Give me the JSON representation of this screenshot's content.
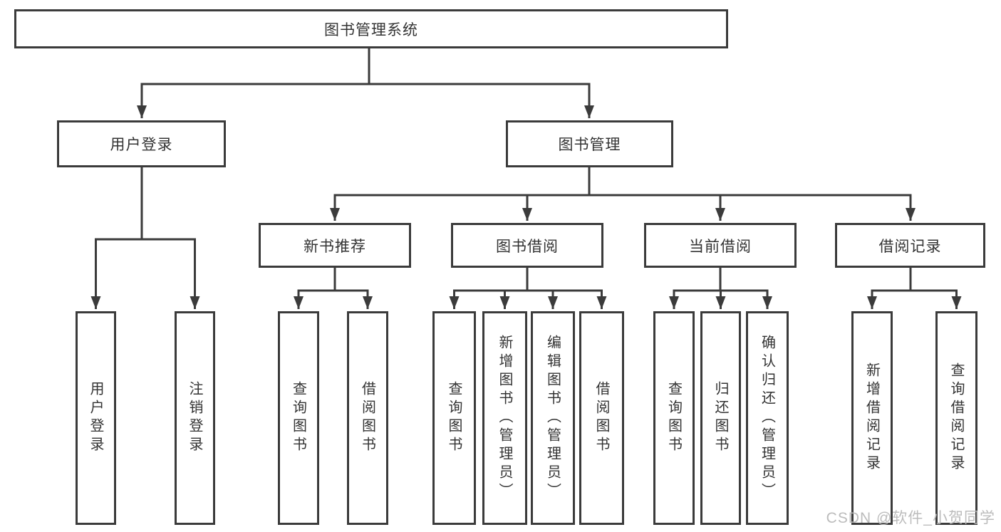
{
  "tree": {
    "root": {
      "label": "图书管理系统"
    },
    "branches": [
      {
        "label": "用户登录",
        "children": [
          {
            "label": "用户登录"
          },
          {
            "label": "注销登录"
          }
        ]
      },
      {
        "label": "图书管理",
        "children": [
          {
            "label": "新书推荐",
            "children": [
              {
                "label": "查询图书"
              },
              {
                "label": "借阅图书"
              }
            ]
          },
          {
            "label": "图书借阅",
            "children": [
              {
                "label": "查询图书"
              },
              {
                "label": "新增图书（管理员）"
              },
              {
                "label": "编辑图书（管理员）"
              },
              {
                "label": "借阅图书"
              }
            ]
          },
          {
            "label": "当前借阅",
            "children": [
              {
                "label": "查询图书"
              },
              {
                "label": "归还图书"
              },
              {
                "label": "确认归还（管理员）"
              }
            ]
          },
          {
            "label": "借阅记录",
            "children": [
              {
                "label": "新增借阅记录"
              },
              {
                "label": "查询借阅记录"
              }
            ]
          }
        ]
      }
    ]
  },
  "watermark": {
    "text": "CSDN @软件_小贺同学"
  },
  "colors": {
    "line": "#3b3b3b",
    "text": "#333333",
    "box_background": "#ffffff",
    "watermark": "#b9b9b9"
  }
}
